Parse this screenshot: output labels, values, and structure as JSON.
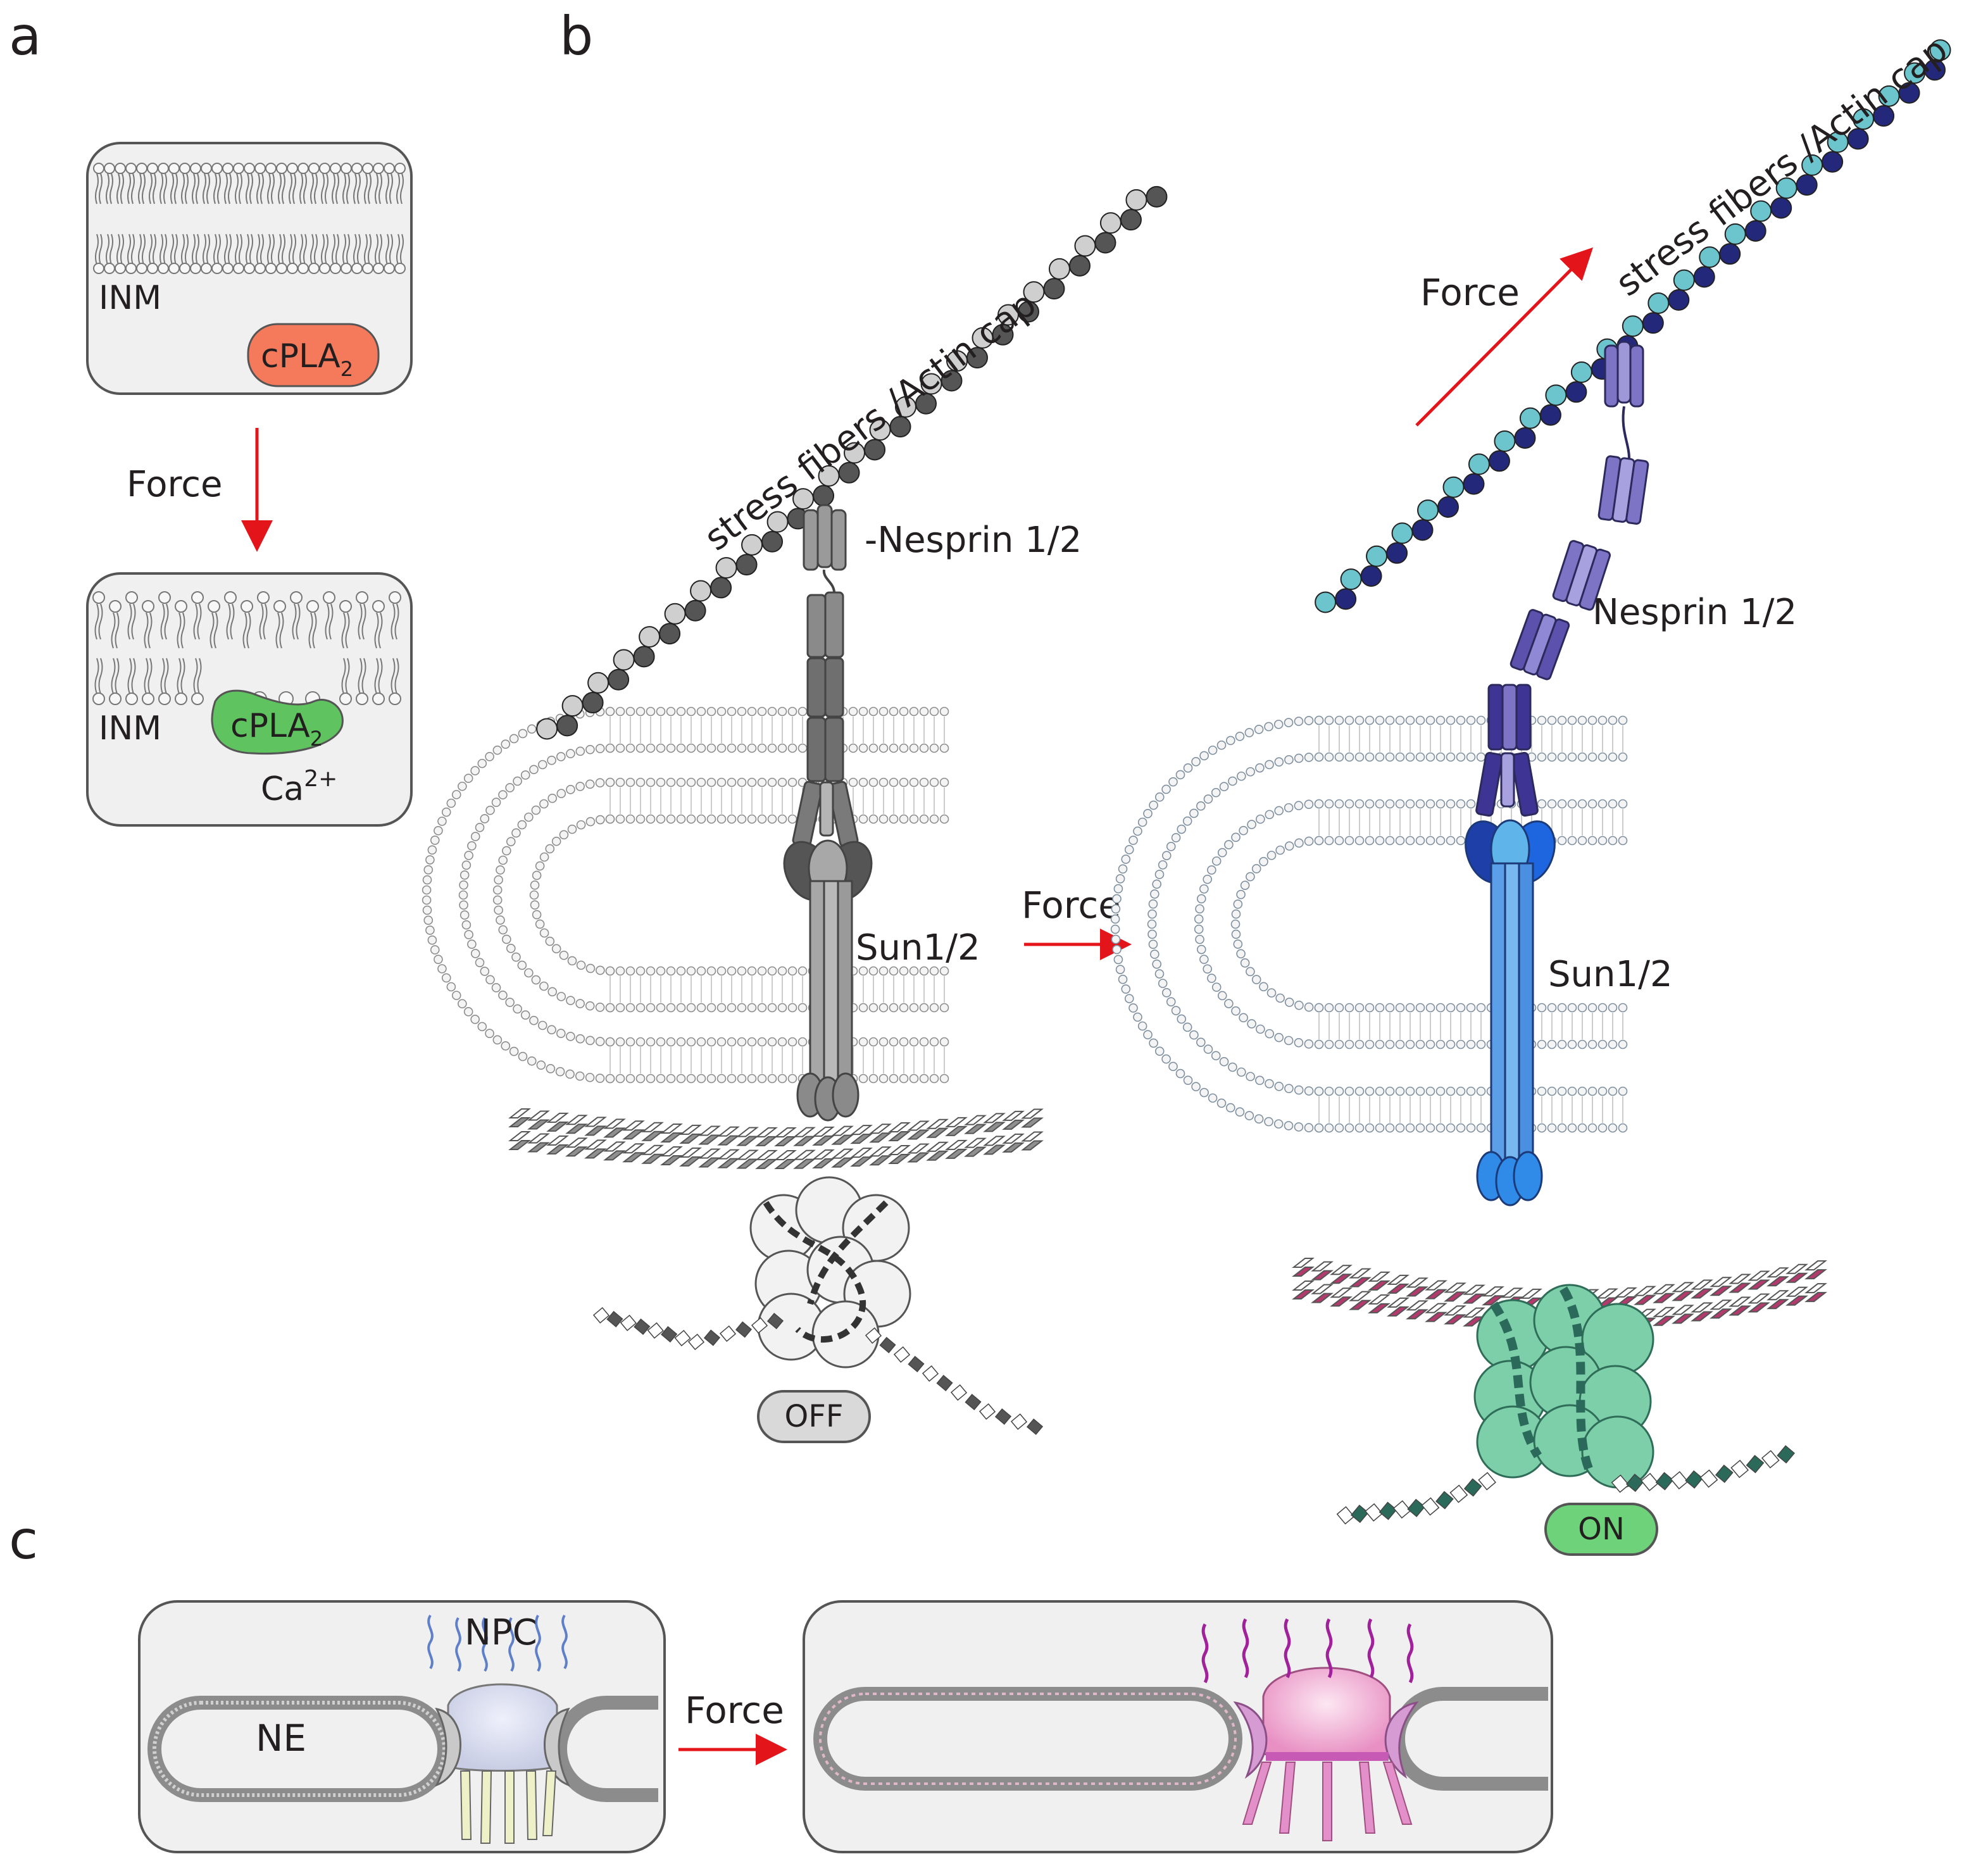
{
  "panels": {
    "a": "a",
    "b": "b",
    "c": "c"
  },
  "panel_a": {
    "inm_top": "INM",
    "enzyme": "cPLA",
    "enzyme_sub": "2",
    "force": "Force",
    "inm_bottom": "INM",
    "enzyme_active": "cPLA",
    "enzyme_active_sub": "2",
    "ion": "Ca",
    "ion_sup": "2+"
  },
  "panel_b": {
    "left": {
      "fiber": "stress fibers /Actin cap",
      "nesprin": "-Nesprin 1/2",
      "sun": "Sun1/2",
      "state": "OFF"
    },
    "force": "Force",
    "right": {
      "force": "Force",
      "fiber": "stress fibers /Actin cap",
      "nesprin": "Nesprin 1/2",
      "sun": "Sun1/2",
      "state": "ON"
    }
  },
  "panel_c": {
    "npc": "NPC",
    "ne": "NE",
    "force": "Force"
  },
  "colors": {
    "arrow": "#e3151b",
    "cpla_inactive": "#f47a5b",
    "cpla_active": "#5fc45f",
    "state_off": "#d9d9d9",
    "state_on": "#6dd27a",
    "sun_active": "#5a9fe8",
    "nesprin_active": "#6a5fb5",
    "chromatin_active": "#7ccfa9",
    "npc_active": "#e89ac8"
  }
}
